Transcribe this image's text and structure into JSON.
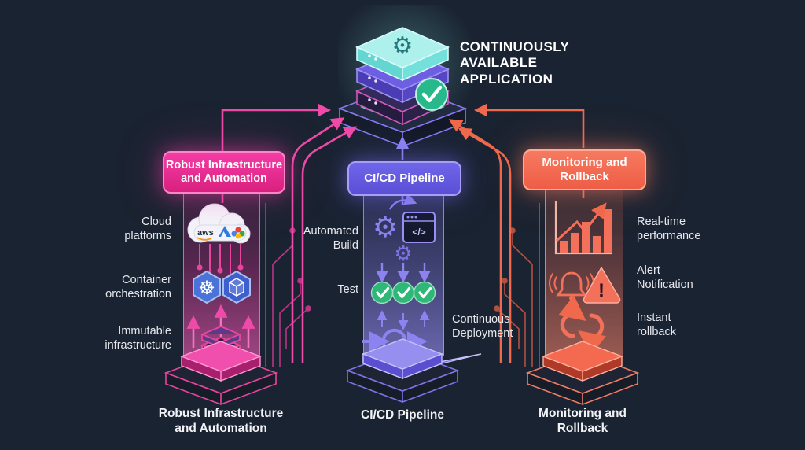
{
  "top": {
    "title": "CONTINUOUSLY AVAILABLE APPLICATION",
    "icon": "server-stack-with-gear-and-check"
  },
  "pillars": [
    {
      "id": "infrastructure",
      "header": "Robust Infrastructure and Automation",
      "accent": "#ec2f9b",
      "labels": [
        {
          "text": "Cloud platforms",
          "side": "left"
        },
        {
          "text": "Container orchestration",
          "side": "left"
        },
        {
          "text": "Immutable infrastructure",
          "side": "left"
        }
      ],
      "icons": [
        "cloud-providers",
        "kubernetes",
        "container-cube",
        "layer-stack"
      ],
      "cloud": {
        "aws": "aws",
        "azure": "azure-logo",
        "gcp": "google-cloud-logo"
      }
    },
    {
      "id": "cicd",
      "header": "CI/CD Pipeline",
      "accent": "#6a5fe0",
      "labels": [
        {
          "text": "Automated Build",
          "side": "left"
        },
        {
          "text": "Test",
          "side": "left"
        },
        {
          "text": "Continuous Deployment",
          "side": "right"
        }
      ],
      "icons": [
        "build-gears",
        "code-window",
        "test-checks",
        "deployment-loop"
      ]
    },
    {
      "id": "monitoring",
      "header": "Monitoring and Rollback",
      "accent": "#f3705a",
      "labels": [
        {
          "text": "Real-time performance",
          "side": "right"
        },
        {
          "text": "Alert Notification",
          "side": "right"
        },
        {
          "text": "Instant rollback",
          "side": "right"
        }
      ],
      "icons": [
        "performance-chart",
        "alert-bell",
        "warning-triangle",
        "rollback-arrows"
      ]
    }
  ],
  "glyphs": {
    "gear": "⚙",
    "kubernetes": "☸",
    "code": "</>",
    "exclamation": "!"
  },
  "colors": {
    "background": "#1a2331",
    "pink": "#ec2f9b",
    "purple": "#6a5fe0",
    "salmon": "#f3705a",
    "teal": "#7ee8e0",
    "green": "#2eb877"
  }
}
